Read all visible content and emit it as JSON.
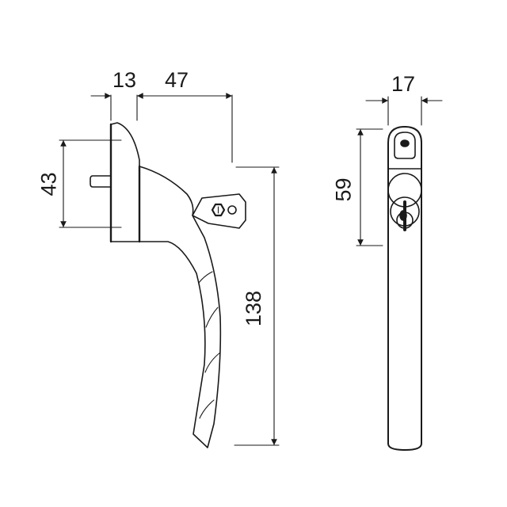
{
  "diagram": {
    "subject": "window handle with key lock",
    "views": [
      "side-view",
      "front-view"
    ],
    "line_color": "#1a1a1a",
    "background": "#ffffff"
  },
  "dimensions": {
    "side_base_width": "13",
    "side_offset_to_spindle_center": "47",
    "side_fixing_hole_spacing": "43",
    "side_total_height": "138",
    "front_width": "17",
    "front_lock_height": "59"
  }
}
